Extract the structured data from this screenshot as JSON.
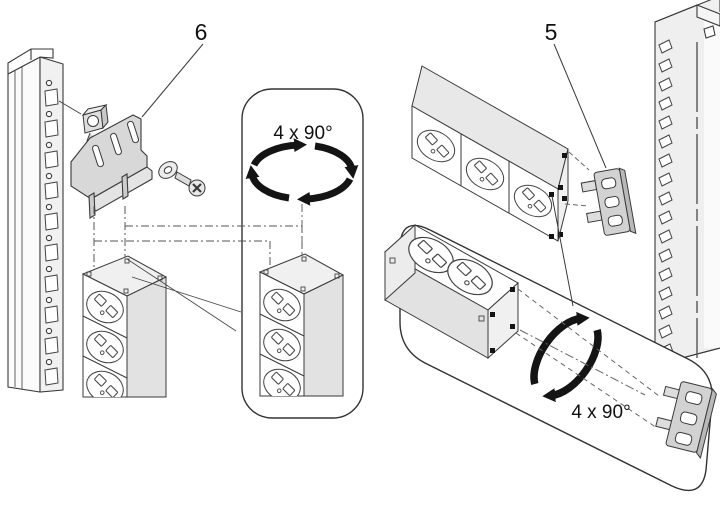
{
  "figure": {
    "callout_6": "6",
    "callout_5": "5",
    "rotation_label_left": "4 x 90°",
    "rotation_label_right": "4 x 90°",
    "background": "#ffffff",
    "line_color": "#3a3a3a",
    "arrow_color": "#141414",
    "part_fill": "#d8d8d8"
  }
}
